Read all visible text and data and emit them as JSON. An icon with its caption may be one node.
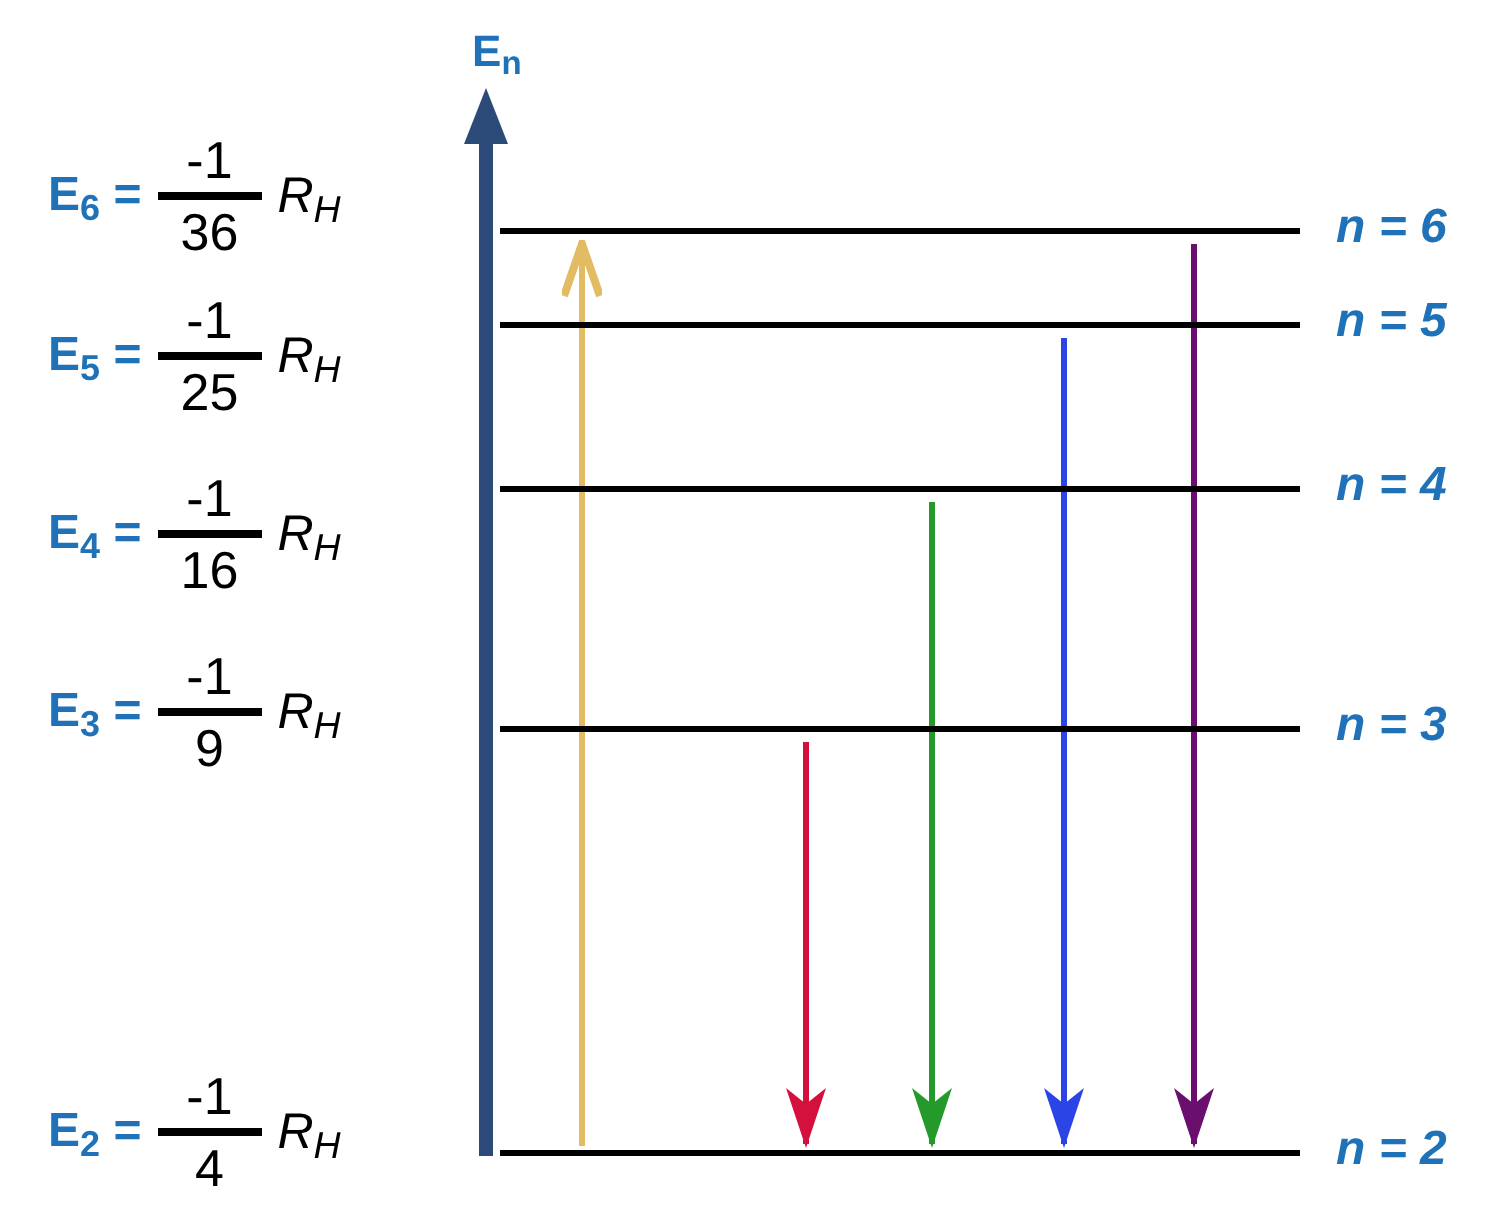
{
  "diagram": {
    "nodes": [
      {
        "text": [],
        "shape": "bar",
        "beside": [
          "E$_{6}$ =",
          "-1",
          "36",
          "R$_{H}$",
          "n = 6"
        ]
      },
      {
        "text": [],
        "shape": "bar",
        "beside": [
          "E$_{5}$ =",
          "-1",
          "25",
          "R$_{H}$",
          "n = 5"
        ]
      },
      {
        "text": [],
        "shape": "bar",
        "beside": [
          "E$_{4}$ =",
          "-1",
          "16",
          "R$_{H}$",
          "n = 4"
        ]
      },
      {
        "text": [],
        "shape": "bar",
        "beside": [
          "E$_{3}$ =",
          "-1",
          "9",
          "R$_{H}$",
          "n = 3"
        ]
      },
      {
        "text": [],
        "shape": "bar",
        "beside": [
          "E$_{2}$ =",
          "-1",
          "4",
          "R$_{H}$",
          "n = 2"
        ]
      }
    ],
    "edges": [
      {
        "from": 4,
        "to": 0,
        "arrow": "to",
        "color": "#e3bb62"
      },
      {
        "from": 3,
        "to": 4,
        "arrow": "to",
        "color": "#d4113c"
      },
      {
        "from": 2,
        "to": 4,
        "arrow": "to",
        "color": "#249a2a"
      },
      {
        "from": 1,
        "to": 4,
        "arrow": "to",
        "color": "#2a44e6"
      },
      {
        "from": 0,
        "to": 4,
        "arrow": "to",
        "color": "#6b0f6e"
      }
    ],
    "labels": [
      "E$_{n}$"
    ]
  }
}
